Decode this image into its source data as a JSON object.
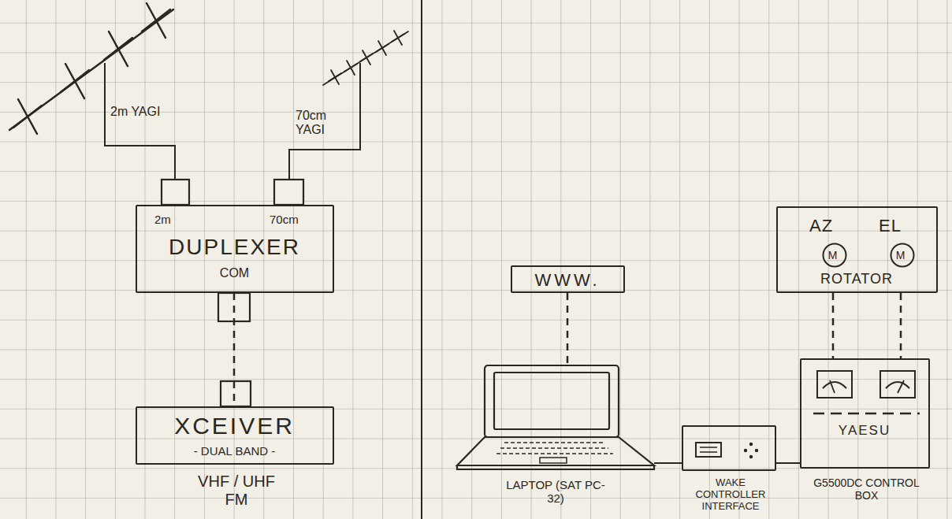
{
  "diagram": {
    "nodes": [
      {
        "text": [
          "2m",
          "70cm",
          "DUPLEXER",
          "COM"
        ]
      },
      {
        "text": [
          "AZ",
          "EL",
          "ROTATOR"
        ]
      },
      {
        "text": [
          "M"
        ],
        "in": 1
      },
      {
        "text": [
          "M"
        ],
        "in": 1
      },
      {
        "text": [
          "WWW."
        ]
      },
      {
        "text": [
          "XCEIVER",
          "- DUAL BAND -",
          "VHF / UHF FM"
        ]
      },
      {
        "text": [
          "LAPTOP (SAT PC-32)"
        ]
      },
      {
        "text": [
          "WAKE CONTROLLER INTERFACE"
        ]
      },
      {
        "text": [
          "YAESU",
          "G5500DC CONTROL BOX"
        ]
      }
    ],
    "edges": [
      {
        "from": 0,
        "to": 5,
        "arrow": "none"
      },
      {
        "from": 4,
        "to": 6,
        "arrow": "none"
      },
      {
        "from": 6,
        "to": 7,
        "arrow": "none"
      },
      {
        "from": 7,
        "to": 8,
        "arrow": "none"
      },
      {
        "from": 1,
        "to": 8,
        "arrow": "none"
      },
      {
        "from": 1,
        "to": 8,
        "arrow": "none"
      }
    ],
    "labels": [
      "2m YAGI",
      "70cm YAGI"
    ]
  }
}
